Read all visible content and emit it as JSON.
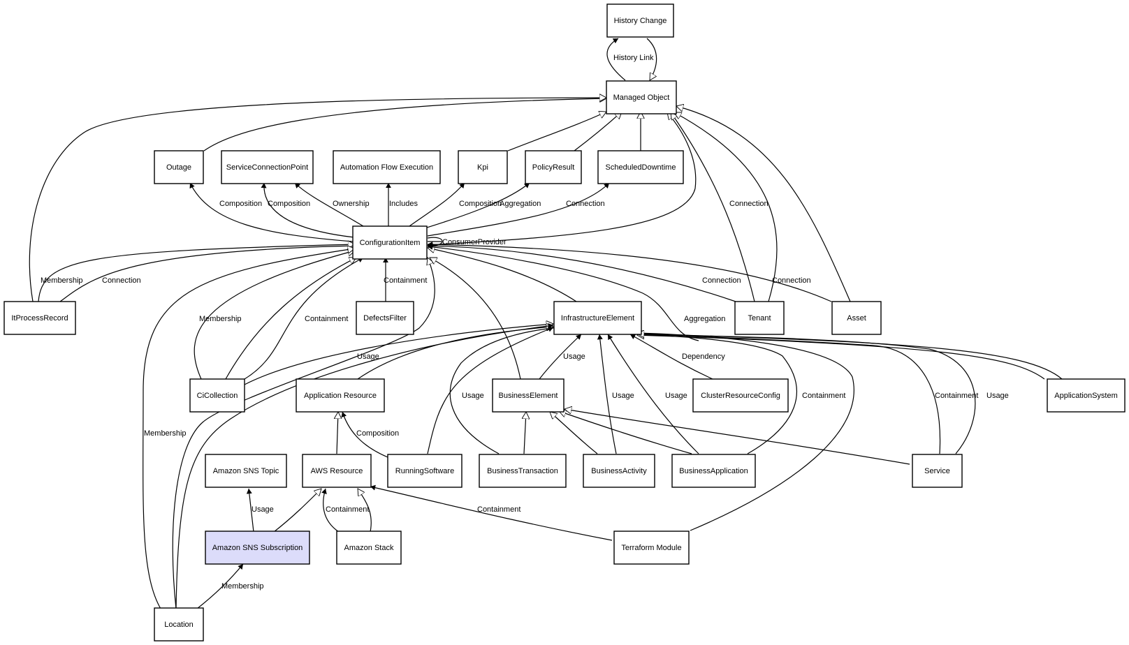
{
  "nodes": {
    "history_change": "History Change",
    "managed_object": "Managed Object",
    "outage": "Outage",
    "service_connection_point": "ServiceConnectionPoint",
    "automation_flow_execution": "Automation Flow Execution",
    "kpi": "Kpi",
    "policy_result": "PolicyResult",
    "scheduled_downtime": "ScheduledDowntime",
    "configuration_item": "ConfigurationItem",
    "it_process_record": "ItProcessRecord",
    "defects_filter": "DefectsFilter",
    "infrastructure_element": "InfrastructureElement",
    "tenant": "Tenant",
    "asset": "Asset",
    "ci_collection": "CiCollection",
    "application_resource": "Application Resource",
    "business_element": "BusinessElement",
    "cluster_resource_config": "ClusterResourceConfig",
    "application_system": "ApplicationSystem",
    "amazon_sns_topic": "Amazon SNS Topic",
    "aws_resource": "AWS Resource",
    "running_software": "RunningSoftware",
    "business_transaction": "BusinessTransaction",
    "business_activity": "BusinessActivity",
    "business_application": "BusinessApplication",
    "service": "Service",
    "amazon_sns_subscription": "Amazon SNS Subscription",
    "amazon_stack": "Amazon Stack",
    "terraform_module": "Terraform Module",
    "location": "Location"
  },
  "edge_labels": {
    "history_link": "History Link",
    "ci_outage": "Composition",
    "ci_scp": "Composition",
    "ci_afe": "Ownership",
    "ci_afe_includes": "Includes",
    "ci_kpi": "Composition",
    "ci_policy": "Aggregation",
    "ci_sched": "Connection",
    "ci_consumer": "ConsumerProvider",
    "tenant_mo": "Connection",
    "tenant_ci": "Connection",
    "asset_ci": "Connection",
    "itp_mo": "Membership",
    "itp_ci": "Connection",
    "defects_ci": "Containment",
    "cicoll_membership": "Membership",
    "cicoll_containment": "Containment",
    "aggregation": "Aggregation",
    "usage_ie": "Usage",
    "be_ie": "Usage",
    "cluster_ie": "Dependency",
    "rs_ie": "Usage",
    "bact_ie": "Usage",
    "bapp_ie": "Usage",
    "bapp_containment": "Containment",
    "service_containment": "Containment",
    "service_usage": "Usage",
    "rs_composition": "Composition",
    "location_membership": "Membership",
    "sns_usage": "Usage",
    "stack_containment": "Containment",
    "terraform_containment": "Containment",
    "location_sub": "Membership"
  },
  "colors": {
    "highlight_fill": "#dcdcfa",
    "stroke": "#000000"
  }
}
